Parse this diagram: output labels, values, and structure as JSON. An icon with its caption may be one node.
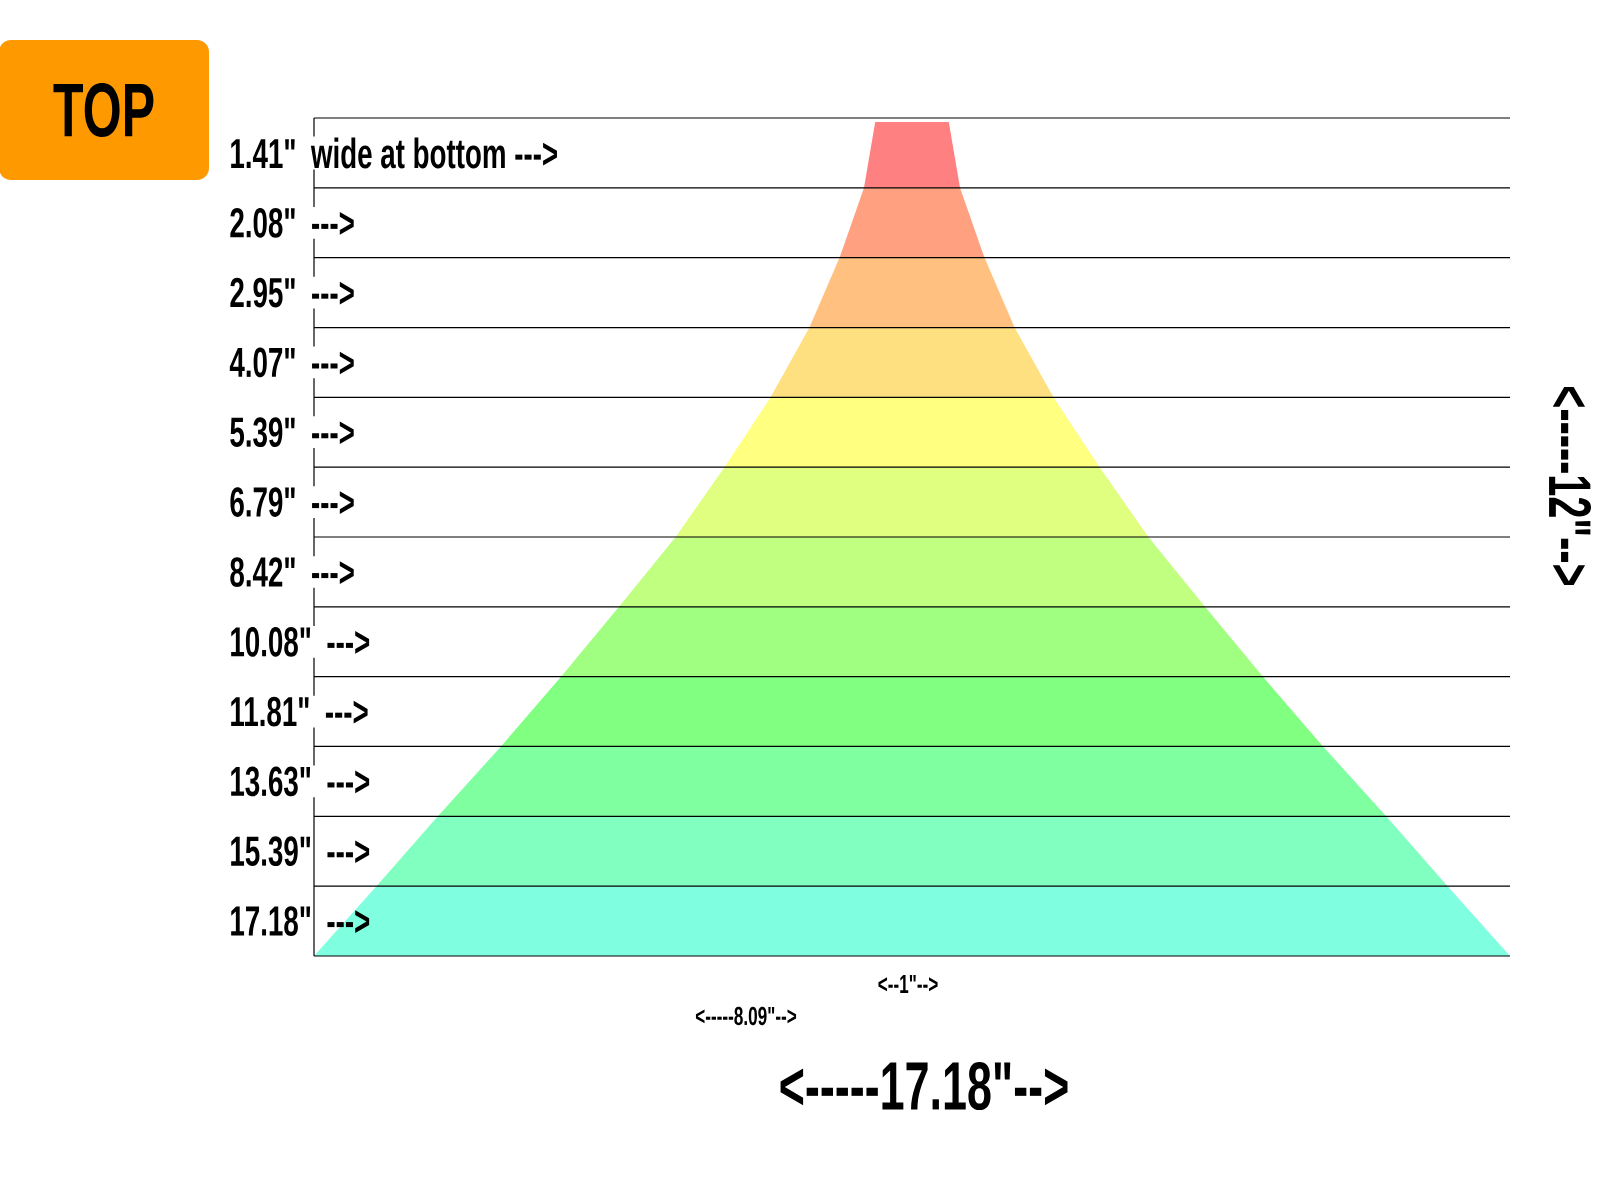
{
  "diagram": {
    "nodes": [
      {
        "text": [
          "TOP"
        ]
      }
    ],
    "labels": [
      "1.41\" wide at bottom --->",
      "2.08\" --->",
      "2.95\" --->",
      "4.07\" --->",
      "5.39\" --->",
      "6.79\" --->",
      "8.42\" --->",
      "10.08\" --->",
      "11.81\" --->",
      "13.63\" --->",
      "15.39\" --->",
      "17.18\" --->",
      "<--1\"-->",
      "<-----8.09\"-->",
      "<-----17.18\"-->",
      "<-----12\"-->"
    ]
  }
}
